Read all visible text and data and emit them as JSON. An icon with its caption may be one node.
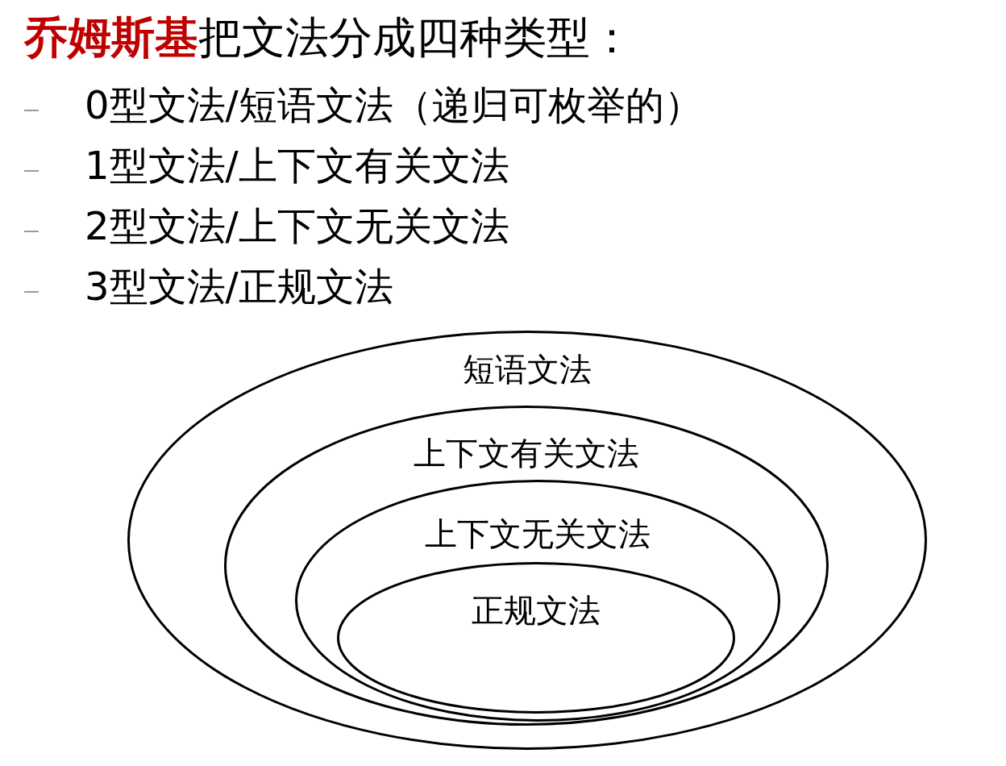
{
  "diagram": {
    "title": "**乔姆斯基**把文法分成四种类型：",
    "nodes": [
      {
        "text": [
          "短语文法"
        ]
      },
      {
        "text": [
          "上下文有关文法"
        ],
        "in": 0
      },
      {
        "text": [
          "上下文无关文法"
        ],
        "in": 1
      },
      {
        "text": [
          "正规文法"
        ],
        "in": 2
      }
    ],
    "labels": [
      "0型文法/短语文法（递归可枚举的）",
      "1型文法/上下文有关文法",
      "2型文法/上下文无关文法",
      "3型文法/正规文法"
    ]
  }
}
